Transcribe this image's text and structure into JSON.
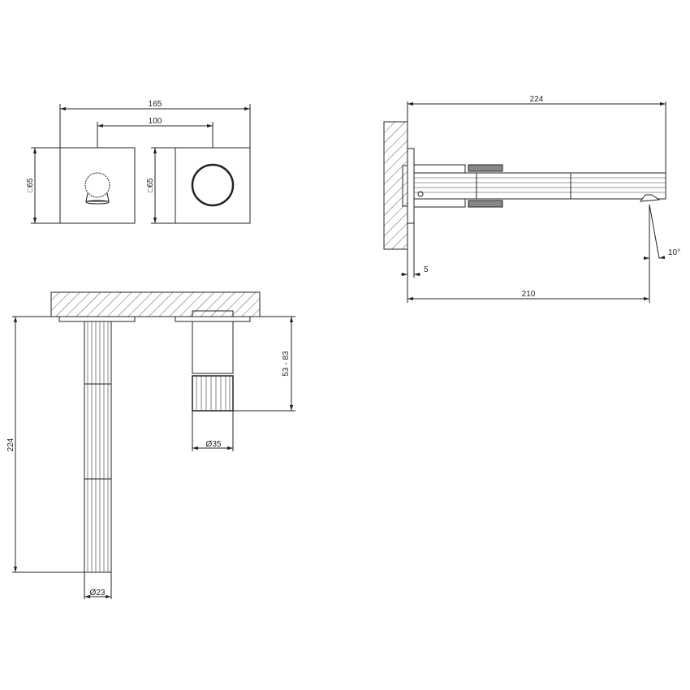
{
  "front_view": {
    "overall_width": "165",
    "centre_distance": "100",
    "left_plate_size": "□65",
    "right_plate_size": "□65"
  },
  "side_view": {
    "projection": "224",
    "plate_thickness": "5",
    "outlet_distance": "210",
    "spray_angle": "10°"
  },
  "top_view": {
    "spout_length": "224",
    "spout_diameter": "Ø23",
    "handle_depth": "53 - 83",
    "handle_diameter": "Ø35"
  },
  "colors": {
    "line": "#222222",
    "background": "#ffffff"
  }
}
